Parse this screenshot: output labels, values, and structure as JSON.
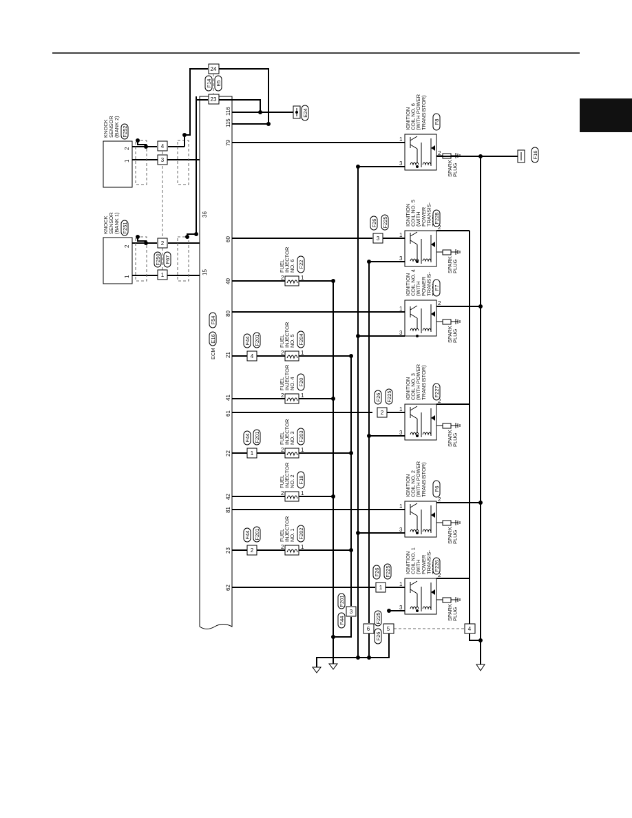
{
  "ecm": {
    "label": "ECM",
    "connectors": [
      "E16",
      "F54"
    ]
  },
  "knock_sensors": [
    {
      "title": [
        "KNOCK",
        "SENSOR",
        "(BANK 1)"
      ],
      "connector": "F251",
      "pin1": "1",
      "pin2": "2"
    },
    {
      "title": [
        "KNOCK",
        "SENSOR",
        "(BANK 2)"
      ],
      "connector": "F252",
      "pin1": "1",
      "pin2": "2"
    }
  ],
  "knock_joint": {
    "conn_a": "F250",
    "conn_b": "F67",
    "pins": [
      "1",
      "2",
      "3",
      "4"
    ]
  },
  "e_joint": {
    "conn_a": "F14",
    "conn_b": "E5",
    "pin_top": "24",
    "pin_bottom": "23"
  },
  "ground_e24": "E24",
  "ground_f16": "F16",
  "ecm_pins": {
    "p15": "15",
    "p36": "36",
    "p115": "115",
    "p116": "116",
    "p79": "79",
    "p60": "60",
    "p40": "40",
    "p80": "80",
    "p21": "21",
    "p41": "41",
    "p61": "61",
    "p22": "22",
    "p42": "42",
    "p81": "81",
    "p23": "23",
    "p62": "62"
  },
  "injectors": [
    {
      "label": [
        "FUEL",
        "INJECTOR",
        "NO. 6"
      ],
      "connector": "F22"
    },
    {
      "label": [
        "FUEL",
        "INJECTOR",
        "NO. 5"
      ],
      "connector": "F204"
    },
    {
      "label": [
        "FUEL",
        "INJECTOR",
        "NO. 4"
      ],
      "connector": "F20"
    },
    {
      "label": [
        "FUEL",
        "INJECTOR",
        "NO. 3"
      ],
      "connector": "F203"
    },
    {
      "label": [
        "FUEL",
        "INJECTOR",
        "NO. 2"
      ],
      "connector": "F18"
    },
    {
      "label": [
        "FUEL",
        "INJECTOR",
        "NO. 1"
      ],
      "connector": "F202"
    }
  ],
  "inj_joint": {
    "conn_a": "F44",
    "conn_b": "F201",
    "pins": [
      "4",
      "1",
      "2",
      "3"
    ]
  },
  "coils": [
    {
      "label": [
        "IGNITION",
        "COIL NO. 6",
        "(WITH POWER",
        "TRANSISTOR)"
      ],
      "connector": "F8"
    },
    {
      "label": [
        "IGNITION",
        "COIL NO. 5",
        "(WITH",
        "POWER",
        "TRANSIS-",
        "TOR)"
      ],
      "connector": "F228"
    },
    {
      "label": [
        "IGNITION",
        "COIL NO. 4",
        "(WITH",
        "POWER",
        "TRANSIS-",
        "TOR)"
      ],
      "connector": "F7"
    },
    {
      "label": [
        "IGNITION",
        "COIL NO. 3",
        "(WITH POWER",
        "TRANSISTOR)"
      ],
      "connector": "F227"
    },
    {
      "label": [
        "IGNITION",
        "COIL NO. 2",
        "(WITH POWER",
        "TRANSISTOR)"
      ],
      "connector": "F6"
    },
    {
      "label": [
        "IGNITION",
        "COIL NO. 1",
        "(WITH",
        "POWER",
        "TRANSIS-",
        "TOR)"
      ],
      "connector": "F226"
    }
  ],
  "coil_joint": {
    "conn_a": "F26",
    "conn_b": "F225",
    "pins": [
      "3",
      "2",
      "1",
      "6",
      "5",
      "4"
    ]
  },
  "spark_plug": [
    "SPARK",
    "PLUG"
  ],
  "coil_pins": {
    "p1": "1",
    "p2": "2",
    "p3": "3"
  },
  "colors": {
    "line": "#000000",
    "tab": "#111111",
    "dashed": "#666666"
  }
}
